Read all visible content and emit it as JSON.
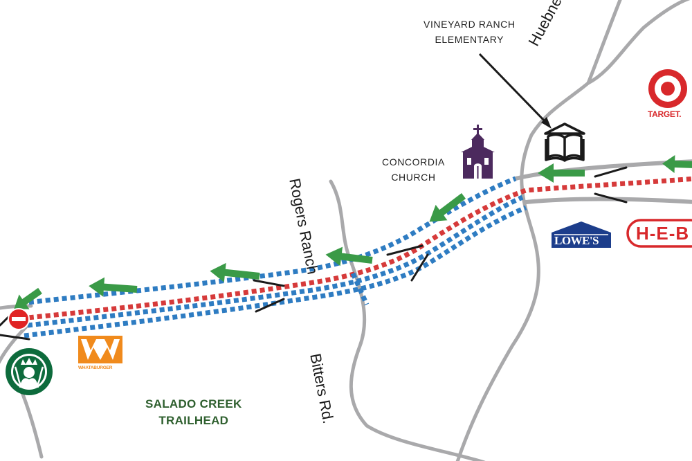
{
  "streets": {
    "huebner": "Huebner Rd.",
    "rogers_ranch": "Rogers Ranch",
    "bitters": "Bitters Rd."
  },
  "landmarks": {
    "school_line1": "VINEYARD RANCH",
    "school_line2": "ELEMENTARY",
    "church_line1": "CONCORDIA",
    "church_line2": "CHURCH",
    "trailhead_line1": "SALADO CREEK",
    "trailhead_line2": "TRAILHEAD"
  },
  "brands": {
    "target": "TARGET.",
    "lowes": "LOWE'S",
    "heb": "H-E-B",
    "whataburger": "WHATABURGER"
  },
  "icons": [
    "school-book-icon",
    "church-icon",
    "no-entry-icon",
    "direction-arrow-icon"
  ],
  "colors": {
    "road": "#a9a9ab",
    "lane_blue": "#2e7cc2",
    "lane_red": "#d63a3a",
    "arrow_green": "#3a9a47",
    "church": "#4c2a5e",
    "target": "#d8282b",
    "lowes": "#1c3d8b",
    "heb": "#d8282b",
    "starbucks": "#0d6b3c",
    "whataburger": "#f08a1c",
    "trail_text": "#2e5f2e"
  }
}
